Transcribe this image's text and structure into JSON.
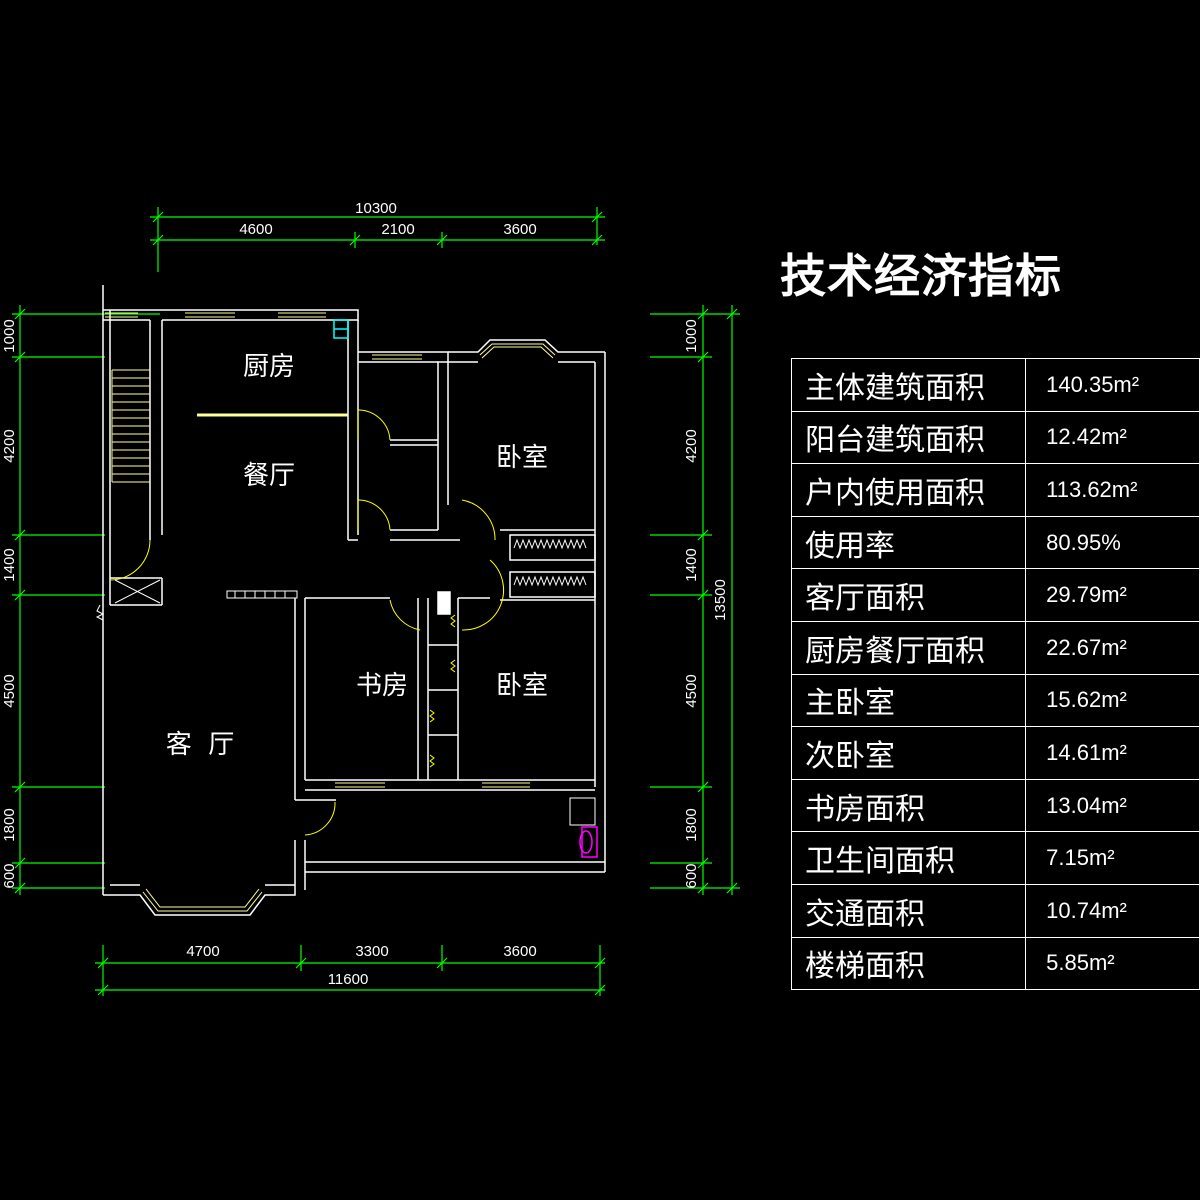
{
  "title": "技术经济指标",
  "rooms": {
    "kitchen": "厨房",
    "dining": "餐厅",
    "bedroom_upper": "卧室",
    "bedroom_lower": "卧室",
    "study": "书房",
    "living": "客  厅"
  },
  "dimensions": {
    "top_total": "10300",
    "top_segments": [
      "4600",
      "2100",
      "3600"
    ],
    "bottom_segments": [
      "4700",
      "3300",
      "3600"
    ],
    "bottom_total": "11600",
    "left_segments": [
      "1000",
      "4200",
      "1400",
      "4500",
      "1800",
      "600"
    ],
    "right_segments": [
      "1000",
      "4200",
      "1400",
      "4500",
      "1800",
      "600"
    ],
    "right_total": "13500"
  },
  "indicators": [
    {
      "label": "主体建筑面积",
      "value": "140.35m²"
    },
    {
      "label": "阳台建筑面积",
      "value": "12.42m²"
    },
    {
      "label": "户内使用面积",
      "value": "113.62m²"
    },
    {
      "label": "使用率",
      "value": "80.95%"
    },
    {
      "label": "客厅面积",
      "value": "29.79m²"
    },
    {
      "label": "厨房餐厅面积",
      "value": "22.67m²"
    },
    {
      "label": "主卧室",
      "value": "15.62m²"
    },
    {
      "label": "次卧室",
      "value": "14.61m²"
    },
    {
      "label": "书房面积",
      "value": "13.04m²"
    },
    {
      "label": "卫生间面积",
      "value": "7.15m²"
    },
    {
      "label": "交通面积",
      "value": "10.74m²"
    },
    {
      "label": "楼梯面积",
      "value": "5.85m²"
    }
  ],
  "colors": {
    "dimension_lines": "#00ff00",
    "walls": "#ffffff",
    "windows": "#ffff99",
    "doors": "#ffff00",
    "fixture": "#00ffff",
    "toilet": "#ff00ff"
  }
}
